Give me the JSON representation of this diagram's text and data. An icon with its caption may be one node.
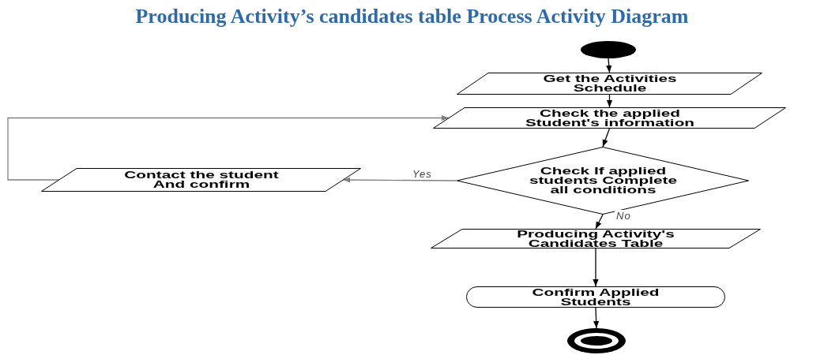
{
  "diagram": {
    "title": "Producing Activity’s candidates table Process Activity Diagram",
    "nodes": [
      {
        "text": [],
        "shape": "circle"
      },
      {
        "text": [
          "Get the Activities Schedule"
        ]
      },
      {
        "text": [
          "Check the applied Student's information"
        ]
      },
      {
        "text": [
          "Check If applied students Complete all conditions"
        ]
      },
      {
        "text": [
          "Contact the student And confirm"
        ]
      },
      {
        "text": [
          "Producing Activity's Candidates Table"
        ]
      },
      {
        "text": [
          "Confirm Applied Students"
        ]
      },
      {
        "text": [],
        "shape": "circle"
      }
    ],
    "edges": [
      {
        "from": 0,
        "to": 1,
        "arrow": "to"
      },
      {
        "from": 1,
        "to": 2,
        "arrow": "to"
      },
      {
        "from": 2,
        "to": 3,
        "arrow": "to"
      },
      {
        "from": 3,
        "to": 4,
        "arrow": "to",
        "label": "Yes",
        "color": "#808080"
      },
      {
        "from": 4,
        "to": 2,
        "arrow": "to",
        "color": "#808080"
      },
      {
        "from": 3,
        "to": 5,
        "arrow": "to",
        "label": "No"
      },
      {
        "from": 5,
        "to": 6,
        "arrow": "to"
      },
      {
        "from": 6,
        "to": 7,
        "arrow": "to"
      }
    ]
  }
}
